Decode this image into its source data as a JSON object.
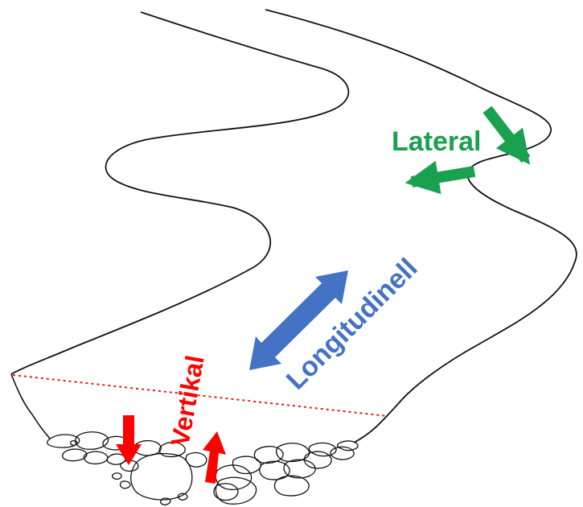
{
  "labels": {
    "lateral": "Lateral",
    "longitudinal": "Longitudinell",
    "vertical": "Vertikal"
  },
  "colors": {
    "lateral": "#1aa150",
    "longitudinal": "#4472c4",
    "vertical": "#ff0000",
    "outline": "#111111",
    "background": "#ffffff"
  }
}
